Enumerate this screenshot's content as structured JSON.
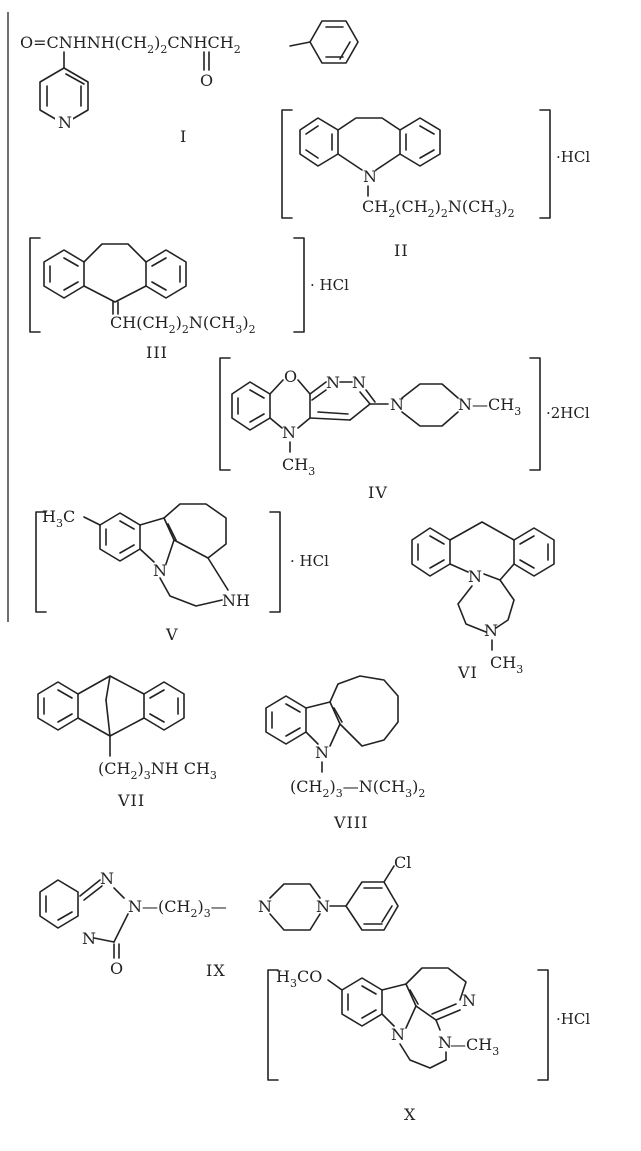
{
  "structures": [
    {
      "label": "I",
      "formula_parts": [
        "O=CNHNH(CH",
        "2",
        ")",
        "2",
        "CNHCH",
        "2"
      ],
      "carbonyl_o": "O",
      "ring_atom": "N"
    },
    {
      "label": "II",
      "ring_atom": "N",
      "chain_parts": [
        "CH",
        "2",
        "(CH",
        "2",
        ")",
        "2",
        "N(CH",
        "3",
        ")",
        "2"
      ],
      "salt": "·HCl"
    },
    {
      "label": "III",
      "chain_parts": [
        "CH(CH",
        "2",
        ")",
        "2",
        "N(CH",
        "3",
        ")",
        "2"
      ],
      "salt": "· HCl"
    },
    {
      "label": "IV",
      "atoms": [
        "O",
        "N",
        "N",
        "N",
        "N",
        "N",
        "—CH",
        "3",
        "CH",
        "3"
      ],
      "salt": "·2HCl"
    },
    {
      "label": "V",
      "atoms": [
        "H",
        "3",
        "C",
        "N",
        "NH"
      ],
      "salt": "· HCl"
    },
    {
      "label": "VI",
      "atoms": [
        "N",
        "N",
        "CH",
        "3"
      ]
    },
    {
      "label": "VII",
      "chain_parts": [
        "(CH",
        "2",
        ")",
        "3",
        "NH CH",
        "3"
      ]
    },
    {
      "label": "VIII",
      "ring_atom": "N",
      "chain_parts": [
        "(CH",
        "2",
        ")",
        "3",
        "—N(CH",
        "3",
        ")",
        "2"
      ]
    },
    {
      "label": "IX",
      "atoms": [
        "N",
        "N",
        "N",
        "O",
        "N",
        "N",
        "Cl"
      ],
      "chain_parts": [
        "—(CH",
        "2",
        ")",
        "3",
        "—"
      ]
    },
    {
      "label": "X",
      "atoms": [
        "H",
        "3",
        "CO",
        "N",
        "N",
        "N",
        "—CH",
        "3"
      ],
      "salt": "·HCl"
    }
  ]
}
